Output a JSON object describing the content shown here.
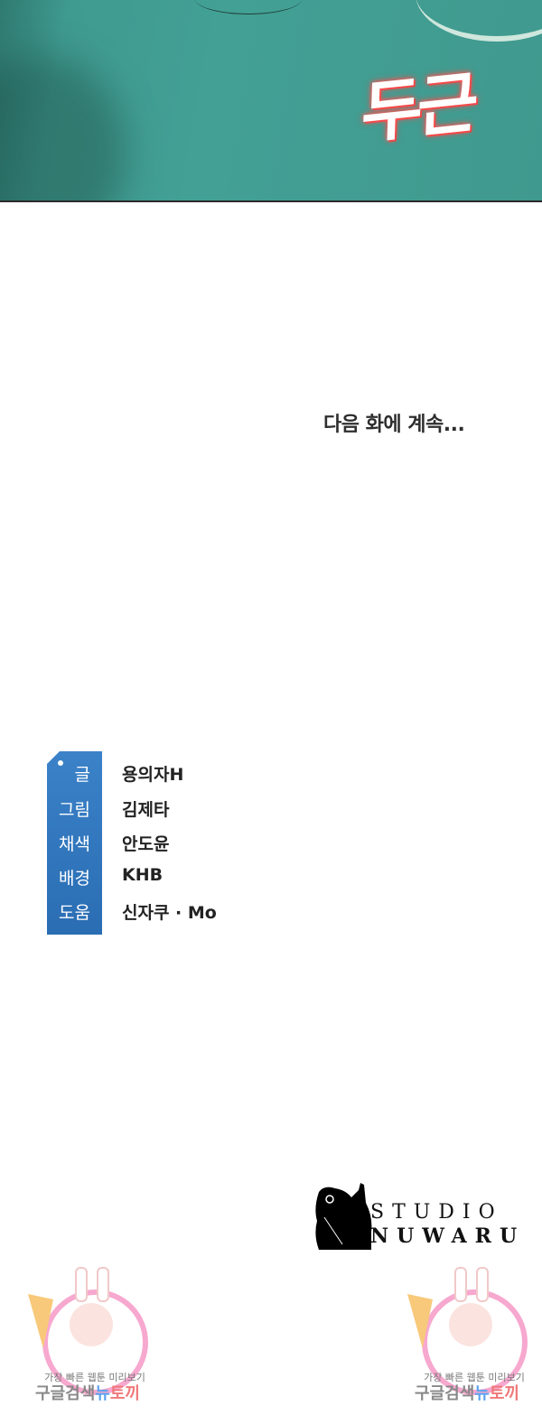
{
  "panel": {
    "sfx": "두근"
  },
  "to_be_continued": "다음 화에 계속...",
  "credits": [
    {
      "role": "글",
      "name": "용의자H"
    },
    {
      "role": "그림",
      "name": "김제타"
    },
    {
      "role": "채색",
      "name": "안도윤"
    },
    {
      "role": "배경",
      "name": "KHB"
    },
    {
      "role": "도움",
      "name": "신자쿠 · Mo"
    }
  ],
  "studio_logo": {
    "line1": "STUDIO",
    "line2": "NUWARU"
  },
  "watermark": {
    "line1": "가장 빠른 웹툰 미리보기",
    "word_a": "구글검색",
    "word_b": "뉴",
    "word_c": "토끼"
  },
  "colors": {
    "panel": "#419E93",
    "tag": "#2F74BB",
    "sfx_glow": "#FF4A4A"
  }
}
